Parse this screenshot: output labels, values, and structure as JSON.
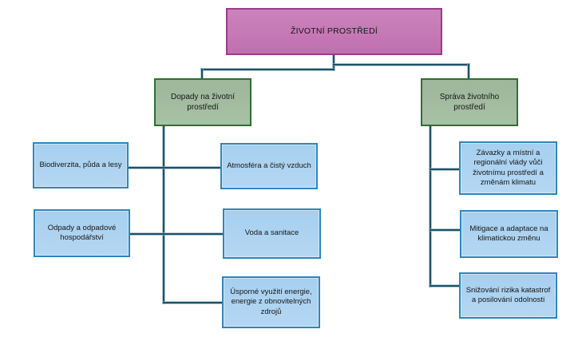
{
  "diagram": {
    "title": "ŽIVOTNÍ PROSTŘEDÍ",
    "tree": {
      "root": {
        "label": "ŽIVOTNÍ PROSTŘEDÍ"
      },
      "branches": [
        {
          "label": "Dopady na životní prostředí",
          "children": [
            "Biodiverzita, půda a lesy",
            "Odpady a odpadové hospodářství",
            "Atmosféra a čistý vzduch",
            "Voda a sanitace",
            "Úsporné využití energie, energie z obnovitelných zdrojů"
          ]
        },
        {
          "label": "Správa životního prostředí",
          "children": [
            "Závazky a místní a regionální vlády vůči životnímu prostředí a změnám klimatu",
            "Mitigace a adaptace na klimatickou změnu",
            "Snižování rizika katastrof a posilování odolnosti"
          ]
        }
      ]
    },
    "palette": {
      "root_fill": "#c47bb6",
      "root_border": "#9c3a8c",
      "branch_fill": "#a2bb9f",
      "branch_border": "#2e7031",
      "leaf_fill": "#a9cfef",
      "leaf_border": "#2e86c1",
      "connector": "#1f5166",
      "background": "#ffffff",
      "text": "#161616"
    }
  }
}
